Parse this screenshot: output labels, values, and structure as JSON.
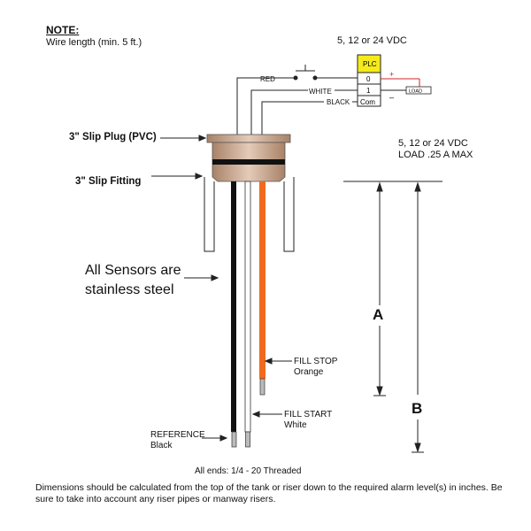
{
  "note": {
    "title": "NOTE:",
    "text": "Wire length (min. 5 ft.)"
  },
  "supply_top": "5, 12 or 24 VDC",
  "plc": {
    "title": "PLC",
    "terminals": [
      "0",
      "1",
      "Com"
    ],
    "load_label": "LOAD",
    "plus": "+",
    "minus": "–"
  },
  "wire_labels": {
    "red": "RED",
    "white": "WHITE",
    "black": "BLACK"
  },
  "parts": {
    "slip_plug": "3\" Slip Plug (PVC)",
    "slip_fitting": "3\" Slip Fitting"
  },
  "load_spec": {
    "line1": "5, 12 or 24 VDC",
    "line2": "LOAD .25 A MAX"
  },
  "sensors_note": "All Sensors are stainless steel",
  "dimensions": {
    "a": "A",
    "b": "B"
  },
  "probes": {
    "fill_stop": "FILL STOP",
    "fill_stop_color": "Orange",
    "fill_start": "FILL START",
    "fill_start_color": "White",
    "reference": "REFERENCE",
    "reference_color": "Black"
  },
  "ends_note": "All ends: 1/4 - 20 Threaded",
  "footer": "Dimensions should be calculated from the top of the tank or riser down to the required alarm level(s) in inches.  Be sure to take into account any riser pipes or manway risers.",
  "colors": {
    "plc_yellow": "#f5ea1c",
    "orange_wire": "#f06a1e",
    "red_wire": "#d2232a",
    "plug_tan": "#c9a892",
    "black_wire": "#111111"
  }
}
